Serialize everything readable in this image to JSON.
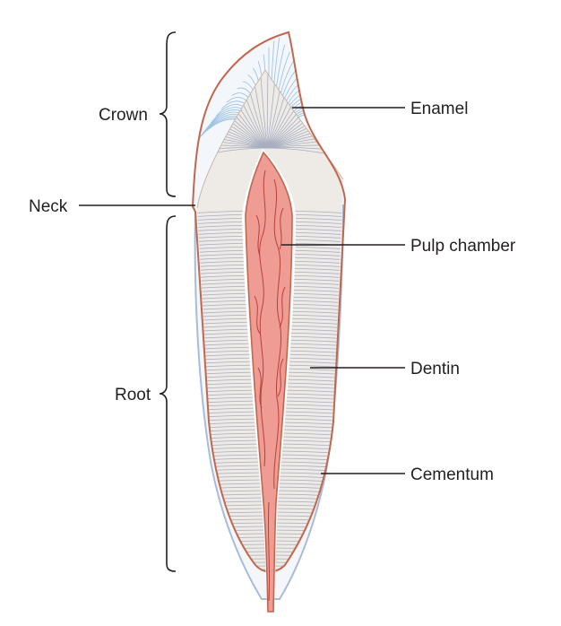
{
  "labels": {
    "crown": "Crown",
    "neck": "Neck",
    "root": "Root",
    "enamel": "Enamel",
    "pulp_chamber": "Pulp chamber",
    "dentin": "Dentin",
    "cementum": "Cementum"
  },
  "colors": {
    "outline": "#c0674e",
    "enamel_lines": "#9ec3e0",
    "dentin_fill": "#eeeae6",
    "dentin_lines": "#a6aec0",
    "pulp_fill": "#ef9c95",
    "pulp_vessels": "#b8413a",
    "cementum": "#a9bcd6",
    "leader": "#231f20"
  }
}
